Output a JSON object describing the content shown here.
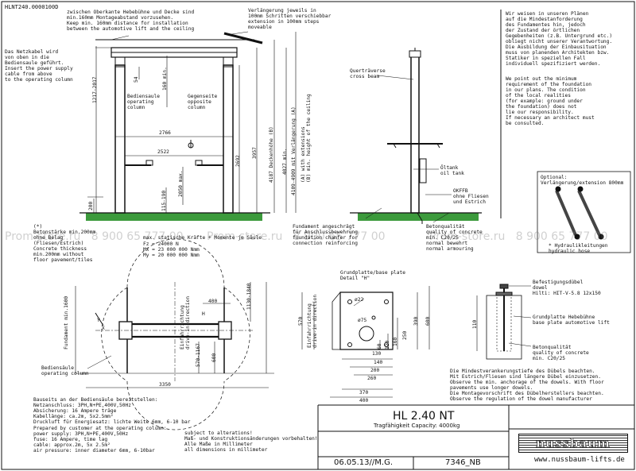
{
  "header": {
    "drawing_id": "HLNT240.0000100D",
    "top_note_de": "zwischen Oberkante Hebebühne und Decke sind\nmin.160mm Montageabstand vorzusehen.",
    "top_note_en": "Keep min. 160mm distance for installation\nbetween the automotive lift and the ceiling",
    "extension_note": "Verlängerung jeweils in\n100mm Schritten verschiebbar\nextension in 100mm steps\nmoveable",
    "power_note": "Das Netzkabel wird\nvon oben in die\nBediensaule geführt.\nInsert the power supply\ncable from above\nto the operating column",
    "right_note_de": "Wir weisen in unseren Plänen\nauf die Mindestanforderung\ndes Fundamentes hin, jedoch\nder Zustand der örtlichen\nGegebenheiten (z.B. Untergrund etc.)\nobliegt nicht unserer Verantwortung.\nDie Ausbildung der Einbausituation\nmuss von planenden Architekten bzw.\nStatiker in speziellen Fall\nindividuell spezifiziert werden.",
    "right_note_en": "We point out the minimum\nrequirement of the foundation\nin our plans. The condition\nof the local realities\n(for example: ground under\nthe foundation) does not\nlie our responsibility.\nIf necessary an architect must\nbe consulted."
  },
  "front_view": {
    "operating_label": "Bediensaule\noperating\ncolumn",
    "opposite_label": "Gegenseite\nopposite\ncolumn",
    "dims": [
      "2766",
      "2522",
      "2692",
      "3957",
      "4187 Deckenhöhe (B)",
      "4027 min.",
      "4109-4909 mit Verlängerung (A)",
      "1217-2017",
      "54",
      "160 min.",
      "2050 max.",
      "115-190",
      "200"
    ],
    "height_note": "(A) with extensions\n(B) min. height of the ceiling"
  },
  "side_view": {
    "cross_beam": "Querträverse\ncross beam",
    "oil_tank": "Öltank\noil tank",
    "okffb": "OKFFB\nohne Fliesen\nund Estrich",
    "foundation_chamfer": "Fundament angeschrägt\nfür Anschlussbewehrung\nfoundation chamfer for\nconnection reinforcing",
    "concrete_quality": "Betonqualität\nquality of concrete\nmin. C20/25\nnormal bewehrt\nnormal armouring"
  },
  "concrete_block": {
    "note": "(*)\nBetonstärke min.200mm\nohne Belag\n(Fliesen/Estrich)\nConcrete thickness\nmin.200mm without\nfloor pavement/tiles",
    "forces_title": "max. statische Kräfte + Momente je Säule",
    "forces": "Fz = 24000 N\nMx = 23 000 000 Nmm\nMy = 20 000 000 Nmm"
  },
  "optional": {
    "label": "Optional:\nVerlängerung/extension 800mm",
    "hydraulic": "* Hydraulikleitungen\nhydraulic hose"
  },
  "plan_view": {
    "foundation_label": "Fundament min.1600",
    "operating_label": "Bediensäule\noperating column",
    "dims": [
      "3350",
      "400",
      "1130-1840",
      "570-1167",
      "600"
    ],
    "axes": [
      "Y",
      "X",
      "H"
    ],
    "drive_label": "Einfahrrichtung\ndrive-in direction"
  },
  "base_plate": {
    "title": "Grundplatte/base plate\nDetail \"H\"",
    "holes": [
      "ø22",
      "ø75"
    ],
    "dims": [
      "570",
      "400",
      "370",
      "260",
      "200",
      "140",
      "130",
      "600",
      "390",
      "250",
      "160",
      "120",
      "60"
    ],
    "drive_label": "Einfahrrichtung\ndrive-in direction"
  },
  "dowel": {
    "label": "Befestigungsdübel\ndowel\nHilti: HIT-V-5.8 12x150",
    "plate_label": "Grundplatte Hebebühne\nbase plate automotive lift",
    "depth": "110",
    "concrete": "Betonqualität\nquality of concrete\nmin. C20/25"
  },
  "dowel_notes": "Die Mindestverankerungstiefe des Dübels beachten.\nMit Estrich/Fliesen sind längere Dübel einzusetzen.\nObserve the min. anchorage of the dowels. With floor\npavements use longer dowels.\nDie Montagevorschrift des Dübelherstellers beachten.\nObserve the regulation of the dowel manufacturer",
  "bottom_notes": {
    "electric": "Bauseits an der Bediensäule bereitstellen:\nNetzanschluss: 3PH,N+PE,400V,50Hz\nAbsicherung: 16 Ampere träge\nKabellänge: ca.2m, 5x2.5mm²\nDruckluft für Energiesatz: lichte Weite 6mm, 6-10 bar",
    "electric_en": "Prepared by customer at the operating column:\npower supply: 3PH,N+PE,400V,50Hz\nfuse: 16 Ampere, time lag\ncable: approx.2m, 5x 2.5m²\nair pressure: inner diameter 6mm, 6-10bar",
    "changes": "subject to alterations!\nMaß- und Konstruktionsänderungen vorbehalten!\nAlle Maße in Millimeter\nall dimensions in millimeter"
  },
  "title_block": {
    "model": "HL 2.40 NT",
    "capacity": "Tragfähigkeit Capacity: 4000kg",
    "date": "06.05.13//M.G.",
    "number": "7346_NB",
    "brand": "nussbaum",
    "website": "www.nussbaum-lifts.de"
  },
  "watermark": "Prom-store.ru   8 900 65 777 00"
}
